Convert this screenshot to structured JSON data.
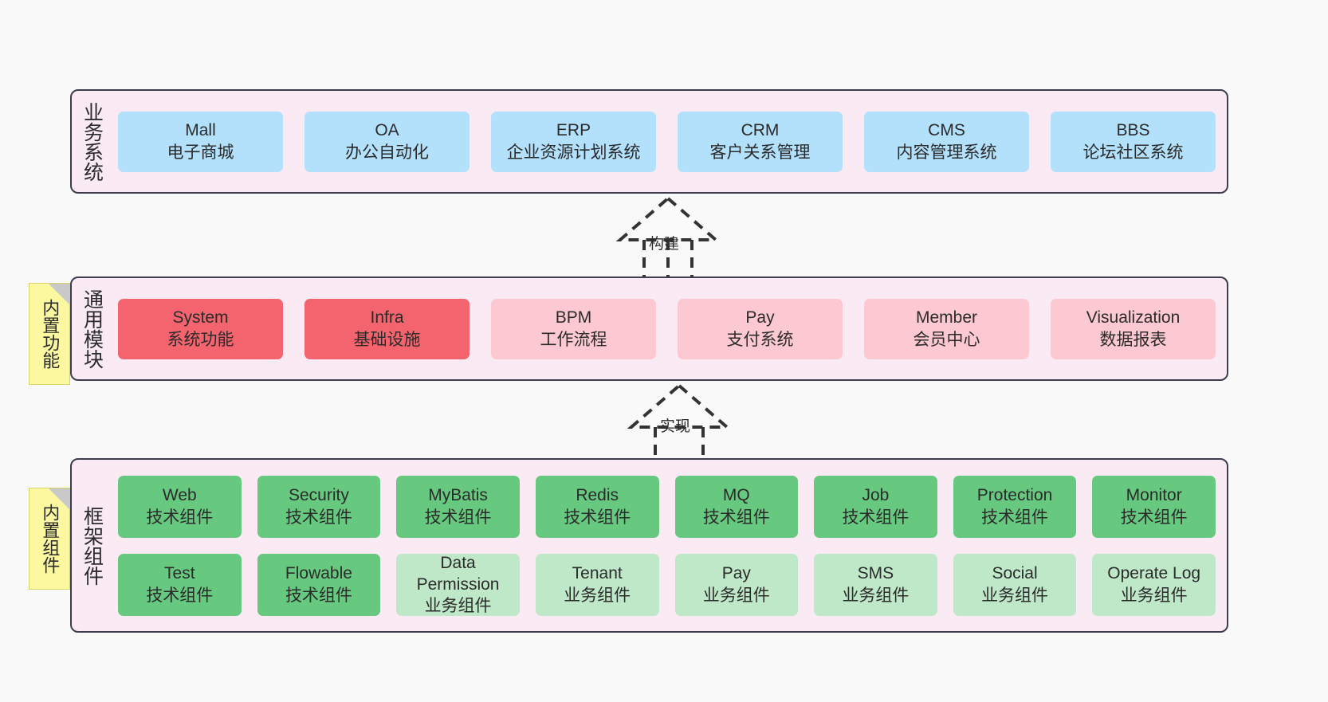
{
  "diagram": {
    "background_color": "#f9f9f9",
    "layer_fill": "#f9eaf4",
    "layer_border": "#3d3d4e",
    "note_fill": "#fbf8a0"
  },
  "layers": [
    {
      "id": "business",
      "title": "业务系统",
      "rows": [
        {
          "cards": [
            {
              "name": "Mall",
              "sub": "电子商城",
              "color": "#b3e0fb",
              "style": "c-blue"
            },
            {
              "name": "OA",
              "sub": "办公自动化",
              "color": "#b3e0fb",
              "style": "c-blue"
            },
            {
              "name": "ERP",
              "sub": "企业资源计划系统",
              "color": "#b3e0fb",
              "style": "c-blue"
            },
            {
              "name": "CRM",
              "sub": "客户关系管理",
              "color": "#b3e0fb",
              "style": "c-blue"
            },
            {
              "name": "CMS",
              "sub": "内容管理系统",
              "color": "#b3e0fb",
              "style": "c-blue"
            },
            {
              "name": "BBS",
              "sub": "论坛社区系统",
              "color": "#b3e0fb",
              "style": "c-blue"
            }
          ]
        }
      ]
    },
    {
      "id": "general",
      "title": "通用模块",
      "rows": [
        {
          "cards": [
            {
              "name": "System",
              "sub": "系统功能",
              "color": "#f4646e",
              "style": "c-red"
            },
            {
              "name": "Infra",
              "sub": "基础设施",
              "color": "#f4646e",
              "style": "c-red"
            },
            {
              "name": "BPM",
              "sub": "工作流程",
              "color": "#fcc9d2",
              "style": "c-pink"
            },
            {
              "name": "Pay",
              "sub": "支付系统",
              "color": "#fcc9d2",
              "style": "c-pink"
            },
            {
              "name": "Member",
              "sub": "会员中心",
              "color": "#fcc9d2",
              "style": "c-pink"
            },
            {
              "name": "Visualization",
              "sub": "数据报表",
              "color": "#fcc9d2",
              "style": "c-pink"
            }
          ]
        }
      ]
    },
    {
      "id": "framework",
      "title": "框架组件",
      "rows": [
        {
          "cards": [
            {
              "name": "Web",
              "sub": "技术组件",
              "color": "#66c97f",
              "style": "c-green"
            },
            {
              "name": "Security",
              "sub": "技术组件",
              "color": "#66c97f",
              "style": "c-green"
            },
            {
              "name": "MyBatis",
              "sub": "技术组件",
              "color": "#66c97f",
              "style": "c-green"
            },
            {
              "name": "Redis",
              "sub": "技术组件",
              "color": "#66c97f",
              "style": "c-green"
            },
            {
              "name": "MQ",
              "sub": "技术组件",
              "color": "#66c97f",
              "style": "c-green"
            },
            {
              "name": "Job",
              "sub": "技术组件",
              "color": "#66c97f",
              "style": "c-green"
            },
            {
              "name": "Protection",
              "sub": "技术组件",
              "color": "#66c97f",
              "style": "c-green"
            },
            {
              "name": "Monitor",
              "sub": "技术组件",
              "color": "#66c97f",
              "style": "c-green"
            }
          ]
        },
        {
          "cards": [
            {
              "name": "Test",
              "sub": "技术组件",
              "color": "#66c97f",
              "style": "c-green"
            },
            {
              "name": "Flowable",
              "sub": "技术组件",
              "color": "#66c97f",
              "style": "c-green"
            },
            {
              "name": "Data Permission",
              "sub": "业务组件",
              "color": "#bfe8c9",
              "style": "c-greenlight"
            },
            {
              "name": "Tenant",
              "sub": "业务组件",
              "color": "#bfe8c9",
              "style": "c-greenlight"
            },
            {
              "name": "Pay",
              "sub": "业务组件",
              "color": "#bfe8c9",
              "style": "c-greenlight"
            },
            {
              "name": "SMS",
              "sub": "业务组件",
              "color": "#bfe8c9",
              "style": "c-greenlight"
            },
            {
              "name": "Social",
              "sub": "业务组件",
              "color": "#bfe8c9",
              "style": "c-greenlight"
            },
            {
              "name": "Operate Log",
              "sub": "业务组件",
              "color": "#bfe8c9",
              "style": "c-greenlight"
            }
          ]
        }
      ]
    }
  ],
  "notes": [
    {
      "id": "builtin-func",
      "label": "内置功能"
    },
    {
      "id": "builtin-comp",
      "label": "内置组件"
    }
  ],
  "connectors": [
    {
      "id": "build",
      "label": "构建",
      "style": "dashed-hollow-triangle-arrow",
      "direction": "up"
    },
    {
      "id": "impl",
      "label": "实现",
      "style": "dashed-hollow-triangle-arrow",
      "direction": "up"
    }
  ]
}
